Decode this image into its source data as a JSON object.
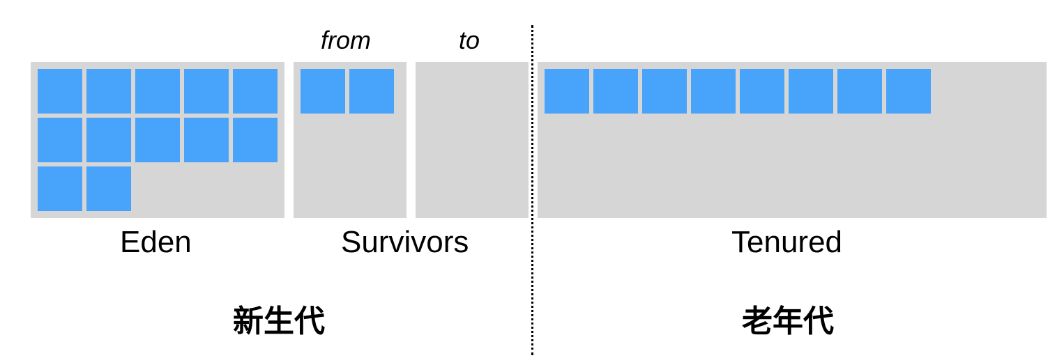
{
  "labels": {
    "from": "from",
    "to": "to",
    "eden": "Eden",
    "survivors": "Survivors",
    "tenured": "Tenured",
    "young_gen": "新生代",
    "old_gen": "老年代"
  },
  "regions": {
    "eden": {
      "objects": 12
    },
    "survivor_from": {
      "objects": 2
    },
    "survivor_to": {
      "objects": 0
    },
    "tenured": {
      "objects": 8
    }
  },
  "colors": {
    "region_fill": "#d6d6d6",
    "object_fill": "#48a3fa",
    "divider": "#000000"
  }
}
